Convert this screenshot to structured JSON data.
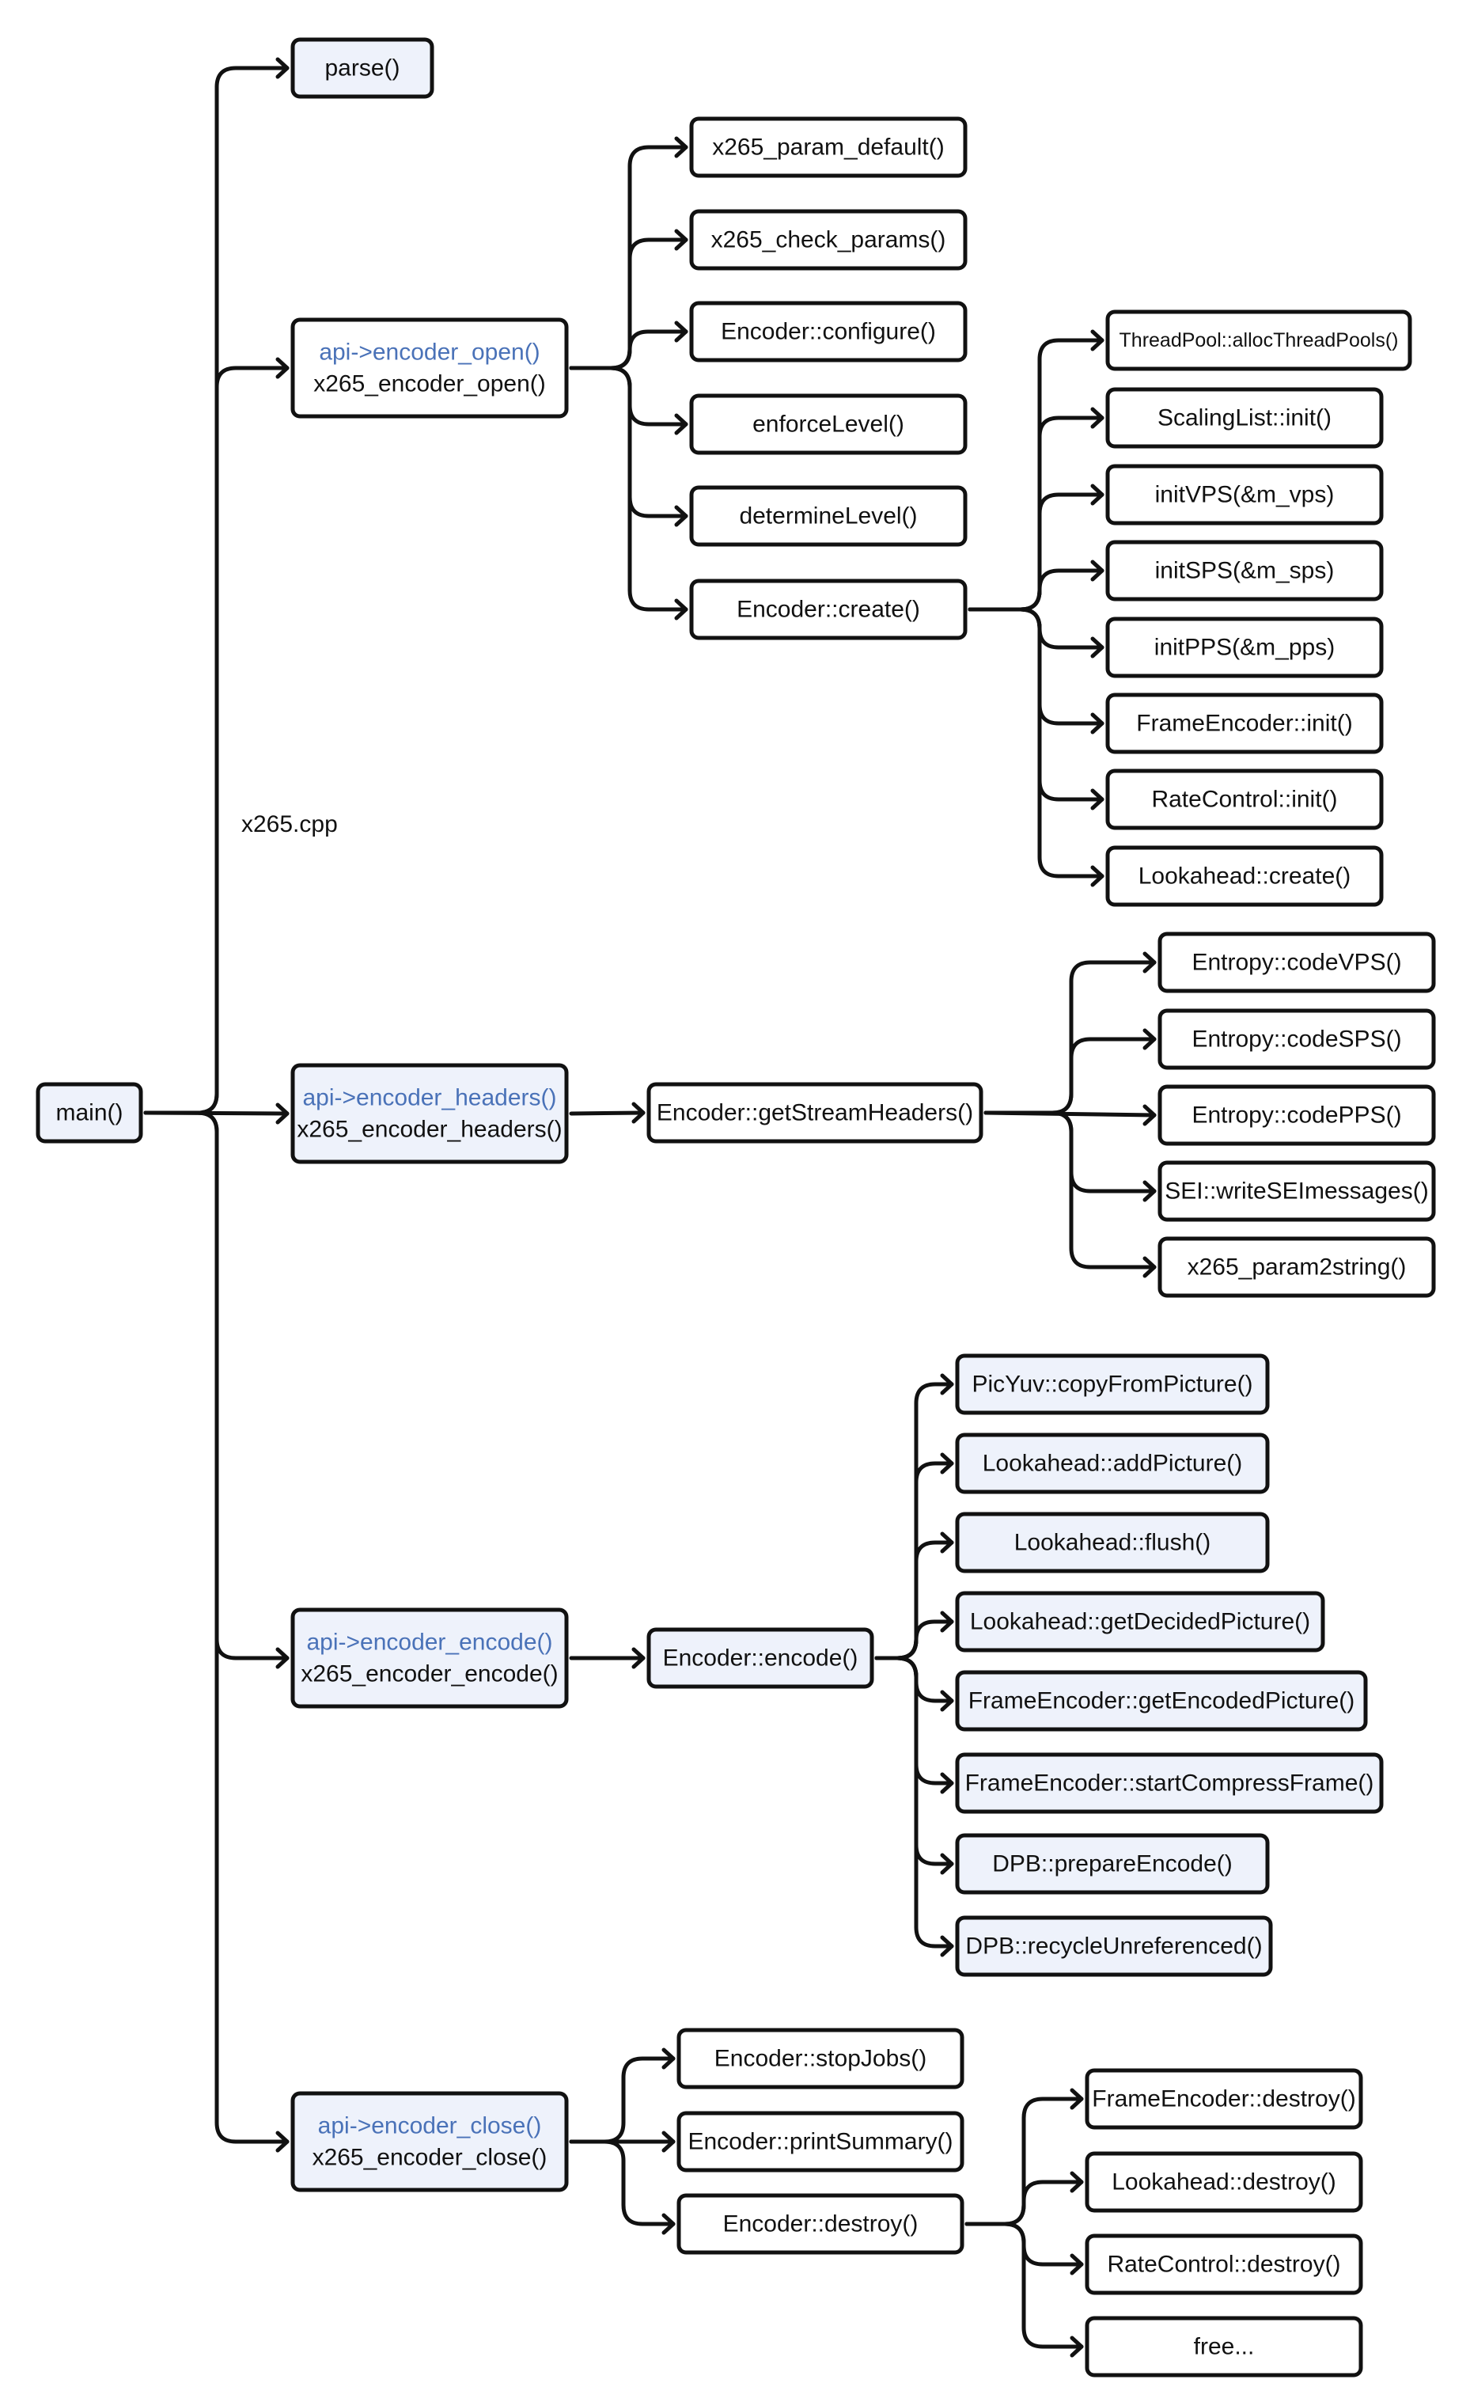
{
  "colors": {
    "fill_highlight": "#eef2fb",
    "fill_plain": "#ffffff",
    "stroke": "#111111",
    "api_text": "#4a72b8"
  },
  "file_label": "x265.cpp",
  "nodes": {
    "main": {
      "lines": [
        "main()"
      ],
      "fill": "highlight"
    },
    "parse": {
      "lines": [
        "parse()"
      ],
      "fill": "highlight"
    },
    "encoder_open": {
      "lines": [
        "api->encoder_open()",
        "x265_encoder_open()"
      ],
      "fill": "plain",
      "api_line": 0
    },
    "param_default": {
      "lines": [
        "x265_param_default()"
      ],
      "fill": "plain"
    },
    "check_params": {
      "lines": [
        "x265_check_params()"
      ],
      "fill": "plain"
    },
    "configure": {
      "lines": [
        "Encoder::configure()"
      ],
      "fill": "plain"
    },
    "enforce_level": {
      "lines": [
        "enforceLevel()"
      ],
      "fill": "plain"
    },
    "determine_level": {
      "lines": [
        "determineLevel()"
      ],
      "fill": "plain"
    },
    "encoder_create": {
      "lines": [
        "Encoder::create()"
      ],
      "fill": "plain"
    },
    "alloc_thread_pools": {
      "lines": [
        "ThreadPool::allocThreadPools()"
      ],
      "fill": "plain"
    },
    "scaling_list_init": {
      "lines": [
        "ScalingList::init()"
      ],
      "fill": "plain"
    },
    "init_vps": {
      "lines": [
        "initVPS(&m_vps)"
      ],
      "fill": "plain"
    },
    "init_sps": {
      "lines": [
        "initSPS(&m_sps)"
      ],
      "fill": "plain"
    },
    "init_pps": {
      "lines": [
        "initPPS(&m_pps)"
      ],
      "fill": "plain"
    },
    "frame_encoder_init": {
      "lines": [
        "FrameEncoder::init()"
      ],
      "fill": "plain"
    },
    "rate_control_init": {
      "lines": [
        "RateControl::init()"
      ],
      "fill": "plain"
    },
    "lookahead_create": {
      "lines": [
        "Lookahead::create()"
      ],
      "fill": "plain"
    },
    "encoder_headers": {
      "lines": [
        "api->encoder_headers()",
        "x265_encoder_headers()"
      ],
      "fill": "highlight",
      "api_line": 0
    },
    "get_stream_headers": {
      "lines": [
        "Encoder::getStreamHeaders()"
      ],
      "fill": "plain"
    },
    "code_vps": {
      "lines": [
        "Entropy::codeVPS()"
      ],
      "fill": "plain"
    },
    "code_sps": {
      "lines": [
        "Entropy::codeSPS()"
      ],
      "fill": "plain"
    },
    "code_pps": {
      "lines": [
        "Entropy::codePPS()"
      ],
      "fill": "plain"
    },
    "write_sei": {
      "lines": [
        "SEI::writeSEImessages()"
      ],
      "fill": "plain"
    },
    "param2string": {
      "lines": [
        "x265_param2string()"
      ],
      "fill": "plain"
    },
    "encoder_encode": {
      "lines": [
        "api->encoder_encode()",
        "x265_encoder_encode()"
      ],
      "fill": "highlight",
      "api_line": 0
    },
    "encode": {
      "lines": [
        "Encoder::encode()"
      ],
      "fill": "highlight"
    },
    "copy_from_picture": {
      "lines": [
        "PicYuv::copyFromPicture()"
      ],
      "fill": "highlight"
    },
    "add_picture": {
      "lines": [
        "Lookahead::addPicture()"
      ],
      "fill": "highlight"
    },
    "lookahead_flush": {
      "lines": [
        "Lookahead::flush()"
      ],
      "fill": "highlight"
    },
    "get_decided_picture": {
      "lines": [
        "Lookahead::getDecidedPicture()"
      ],
      "fill": "highlight"
    },
    "get_encoded_picture": {
      "lines": [
        "FrameEncoder::getEncodedPicture()"
      ],
      "fill": "highlight"
    },
    "start_compress_frame": {
      "lines": [
        "FrameEncoder::startCompressFrame()"
      ],
      "fill": "highlight"
    },
    "prepare_encode": {
      "lines": [
        "DPB::prepareEncode()"
      ],
      "fill": "highlight"
    },
    "recycle_unreferenced": {
      "lines": [
        "DPB::recycleUnreferenced()"
      ],
      "fill": "highlight"
    },
    "encoder_close": {
      "lines": [
        "api->encoder_close()",
        "x265_encoder_close()"
      ],
      "fill": "highlight",
      "api_line": 0
    },
    "stop_jobs": {
      "lines": [
        "Encoder::stopJobs()"
      ],
      "fill": "plain"
    },
    "print_summary": {
      "lines": [
        "Encoder::printSummary()"
      ],
      "fill": "plain"
    },
    "encoder_destroy": {
      "lines": [
        "Encoder::destroy()"
      ],
      "fill": "plain"
    },
    "frame_encoder_destroy": {
      "lines": [
        "FrameEncoder::destroy()"
      ],
      "fill": "plain"
    },
    "lookahead_destroy": {
      "lines": [
        "Lookahead::destroy()"
      ],
      "fill": "plain"
    },
    "rate_control_destroy": {
      "lines": [
        "RateControl::destroy()"
      ],
      "fill": "plain"
    },
    "free": {
      "lines": [
        "free..."
      ],
      "fill": "plain"
    }
  },
  "edges": [
    {
      "from": "main",
      "to": [
        "parse",
        "encoder_open",
        "encoder_headers",
        "encoder_encode",
        "encoder_close"
      ]
    },
    {
      "from": "encoder_open",
      "to": [
        "param_default",
        "check_params",
        "configure",
        "enforce_level",
        "determine_level",
        "encoder_create"
      ]
    },
    {
      "from": "encoder_create",
      "to": [
        "alloc_thread_pools",
        "scaling_list_init",
        "init_vps",
        "init_sps",
        "init_pps",
        "frame_encoder_init",
        "rate_control_init",
        "lookahead_create"
      ]
    },
    {
      "from": "encoder_headers",
      "to": [
        "get_stream_headers"
      ]
    },
    {
      "from": "get_stream_headers",
      "to": [
        "code_vps",
        "code_sps",
        "code_pps",
        "write_sei",
        "param2string"
      ]
    },
    {
      "from": "encoder_encode",
      "to": [
        "encode"
      ]
    },
    {
      "from": "encode",
      "to": [
        "copy_from_picture",
        "add_picture",
        "lookahead_flush",
        "get_decided_picture",
        "get_encoded_picture",
        "start_compress_frame",
        "prepare_encode",
        "recycle_unreferenced"
      ]
    },
    {
      "from": "encoder_close",
      "to": [
        "stop_jobs",
        "print_summary",
        "encoder_destroy"
      ]
    },
    {
      "from": "encoder_destroy",
      "to": [
        "frame_encoder_destroy",
        "lookahead_destroy",
        "rate_control_destroy",
        "free"
      ]
    }
  ]
}
